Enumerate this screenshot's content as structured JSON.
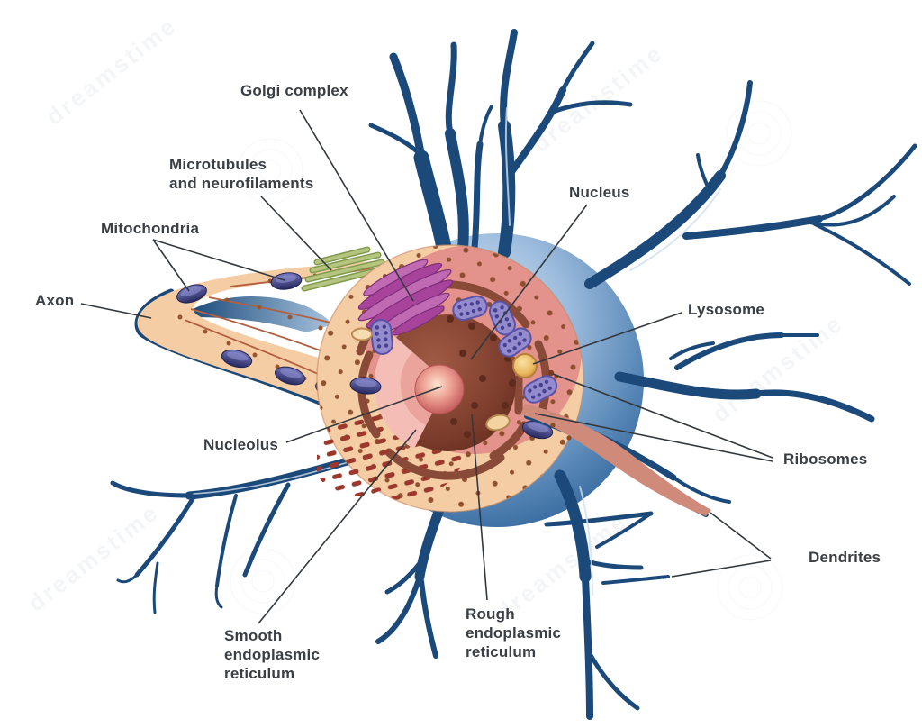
{
  "diagram": {
    "labels": {
      "golgi": {
        "text": "Golgi complex"
      },
      "microtubules": {
        "text": "Microtubules\nand neurofilaments"
      },
      "mitochondria": {
        "text": "Mitochondria"
      },
      "axon": {
        "text": "Axon"
      },
      "nucleus": {
        "text": "Nucleus"
      },
      "lysosome": {
        "text": "Lysosome"
      },
      "nucleolus": {
        "text": "Nucleolus"
      },
      "ribosomes": {
        "text": "Ribosomes"
      },
      "dendrites": {
        "text": "Dendrites"
      },
      "smooth_er": {
        "text": "Smooth\nendoplasmic\nreticulum"
      },
      "rough_er": {
        "text": "Rough\nendoplasmic\nreticulum"
      }
    },
    "watermark": {
      "text": "dreamstime"
    },
    "colors": {
      "dendrite_navy": "#1b4a7a",
      "soma_blue": "#6f9dc9",
      "cytoplasm_peach": "#f4cda5",
      "cytoplasm_pink": "#e4928c",
      "nucleus_brown": "#8b4c3b",
      "nucleolus_red": "#c25b5b",
      "golgi_purple": "#a8439c",
      "mitochondria_violet": "#938bcb",
      "lysosome_yellow": "#eab95e",
      "microtubule_green": "#a9bd72",
      "smooth_er_red": "#9c382c",
      "label_text": "#3a3f45"
    }
  }
}
